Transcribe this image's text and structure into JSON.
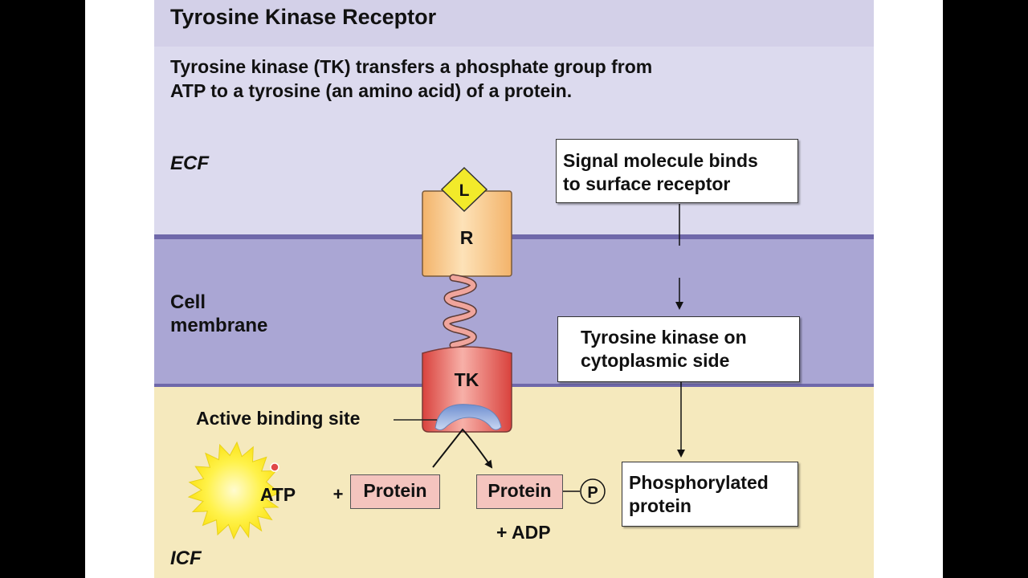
{
  "slide": {
    "title": "Tyrosine Kinase Receptor",
    "subtitle_line1": "Tyrosine kinase (TK) transfers a phosphate group from",
    "subtitle_line2": "ATP to a tyrosine (an amino acid) of a protein."
  },
  "regions": {
    "ecf": "ECF",
    "membrane_line1": "Cell",
    "membrane_line2": "membrane",
    "icf": "ICF"
  },
  "receptor": {
    "ligand": "L",
    "receptor": "R",
    "kinase": "TK",
    "active_site_label": "Active binding site"
  },
  "reaction": {
    "atp": "ATP",
    "plus": "+",
    "protein_in": "Protein",
    "protein_out": "Protein",
    "phosphate": "P",
    "adp": "+ ADP"
  },
  "flow": {
    "step1_line1": "Signal molecule binds",
    "step1_line2": "to surface receptor",
    "step2_line1": "Tyrosine kinase on",
    "step2_line2": "cytoplasmic side",
    "step3_line1": "Phosphorylated",
    "step3_line2": "protein"
  },
  "colors": {
    "ecf": "#dcdaee",
    "membrane": "#aaa6d4",
    "icf": "#f5e9bd",
    "receptor": "#f7c98a",
    "kinase": "#e05a55",
    "ligand": "#f2ea2a",
    "atp_star": "#fff23a"
  }
}
